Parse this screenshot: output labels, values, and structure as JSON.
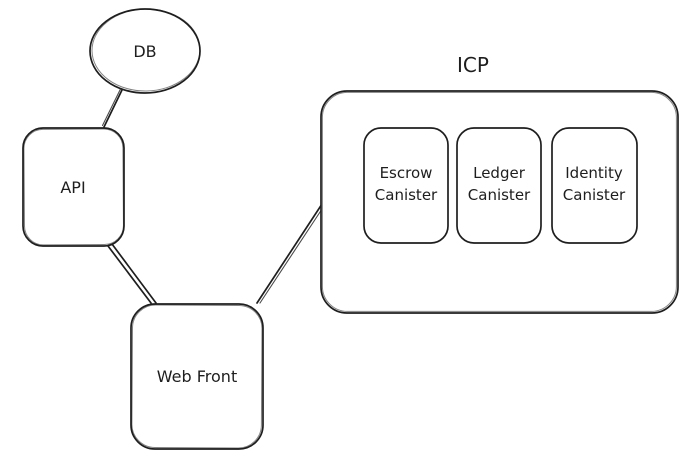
{
  "diagram": {
    "stroke_color": "#1e1e1e",
    "background_color": "#ffffff",
    "nodes": {
      "db": {
        "label": "DB",
        "shape": "ellipse"
      },
      "api": {
        "label": "API",
        "shape": "rounded-rect"
      },
      "web_front": {
        "label": "Web Front",
        "shape": "rounded-rect"
      },
      "icp": {
        "label": "ICP",
        "shape": "rounded-rect-container"
      },
      "escrow": {
        "lines": [
          "Escrow",
          "Canister"
        ],
        "shape": "rounded-rect"
      },
      "ledger": {
        "lines": [
          "Ledger",
          "Canister"
        ],
        "shape": "rounded-rect"
      },
      "identity": {
        "lines": [
          "Identity",
          "Canister"
        ],
        "shape": "rounded-rect"
      }
    },
    "connectors": [
      {
        "from": "db",
        "to": "api"
      },
      {
        "from": "api",
        "to": "web_front"
      },
      {
        "from": "web_front",
        "to": "icp"
      }
    ]
  }
}
